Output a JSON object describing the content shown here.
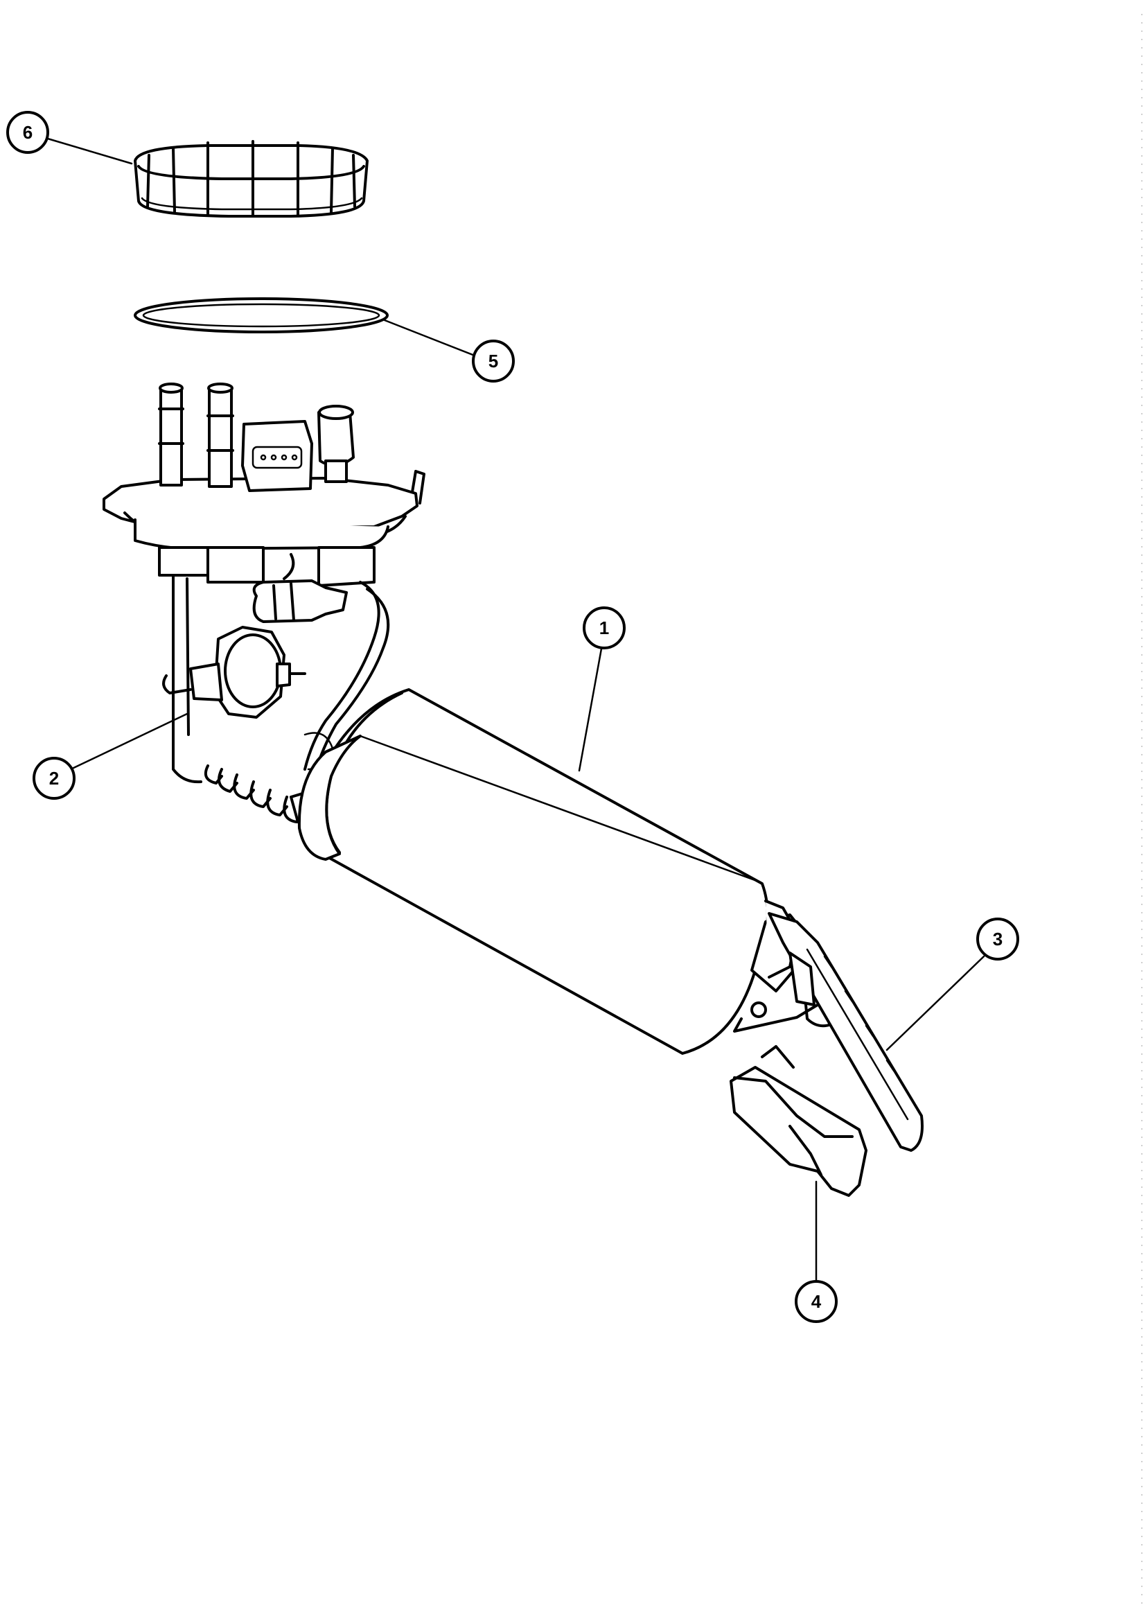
{
  "callouts": [
    {
      "id": "1",
      "label": "1",
      "part": "fuel-pump-cylinder"
    },
    {
      "id": "2",
      "label": "2",
      "part": "pressure-regulator"
    },
    {
      "id": "3",
      "label": "3",
      "part": "fuel-level-sender-arm"
    },
    {
      "id": "4",
      "label": "4",
      "part": "inlet-strainer"
    },
    {
      "id": "5",
      "label": "5",
      "part": "gasket-seal-ring"
    },
    {
      "id": "6",
      "label": "6",
      "part": "lock-ring"
    }
  ]
}
